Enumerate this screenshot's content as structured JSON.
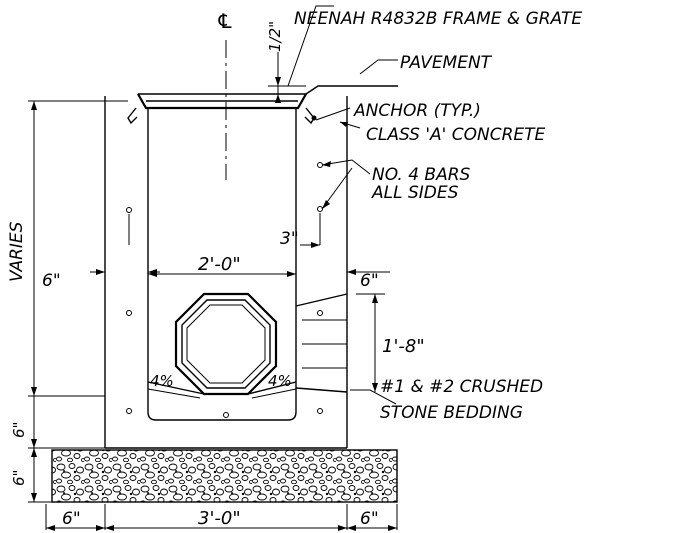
{
  "labels": {
    "centerline": "℄",
    "frame_grate": "NEENAH R4832B FRAME & GRATE",
    "half_inch": "1/2\"",
    "pavement": "PAVEMENT",
    "anchor": "ANCHOR (TYP.)",
    "concrete": "CLASS 'A' CONCRETE",
    "bars_line1": "NO. 4 BARS",
    "bars_line2": "ALL SIDES",
    "varies": "VARIES",
    "left_wall": "6\"",
    "right_wall": "6\"",
    "clear_3": "3\"",
    "inside_width": "2'-0\"",
    "pipe_height": "1'-8\"",
    "slope_left": "4%",
    "slope_right": "4%",
    "bedding_line1": "#1 & #2 CRUSHED",
    "bedding_line2": "STONE BEDDING",
    "floor_thickness": "6\"",
    "bedding_thickness": "6\"",
    "bottom_left": "6\"",
    "bottom_middle": "3'-0\"",
    "bottom_right": "6\""
  }
}
